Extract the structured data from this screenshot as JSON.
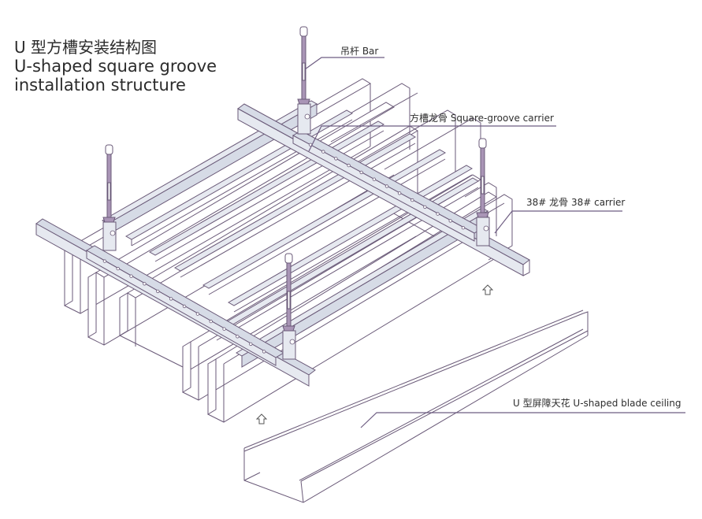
{
  "title": {
    "zh": "U 型方槽安装结构图",
    "en_line1": "U-shaped square groove",
    "en_line2": "installation structure"
  },
  "labels": {
    "bar": "吊杆  Bar",
    "square_groove_carrier": "方槽龙骨  Square-groove carrier",
    "carrier_38": "38# 龙骨  38# carrier",
    "u_blade_ceiling": "U 型屏障天花  U-shaped blade ceiling"
  },
  "components": [
    {
      "id": "bar",
      "name": "吊杆 Bar",
      "count_shown": 4
    },
    {
      "id": "square-groove-carrier",
      "name": "方槽龙骨 Square-groove carrier"
    },
    {
      "id": "carrier-38",
      "name": "38# 龙骨 38# carrier",
      "count_shown": 2
    },
    {
      "id": "u-blade",
      "name": "U 型屏障天花 U-shaped blade ceiling"
    }
  ],
  "install_arrows": [
    {
      "id": "arrow-left",
      "direction": "up"
    },
    {
      "id": "arrow-right",
      "direction": "up"
    }
  ],
  "colors": {
    "line": "#6a5a78",
    "steel_fill": "#d6dbe6",
    "rod_fill": "#a995b6",
    "text": "#2b2b2b"
  }
}
